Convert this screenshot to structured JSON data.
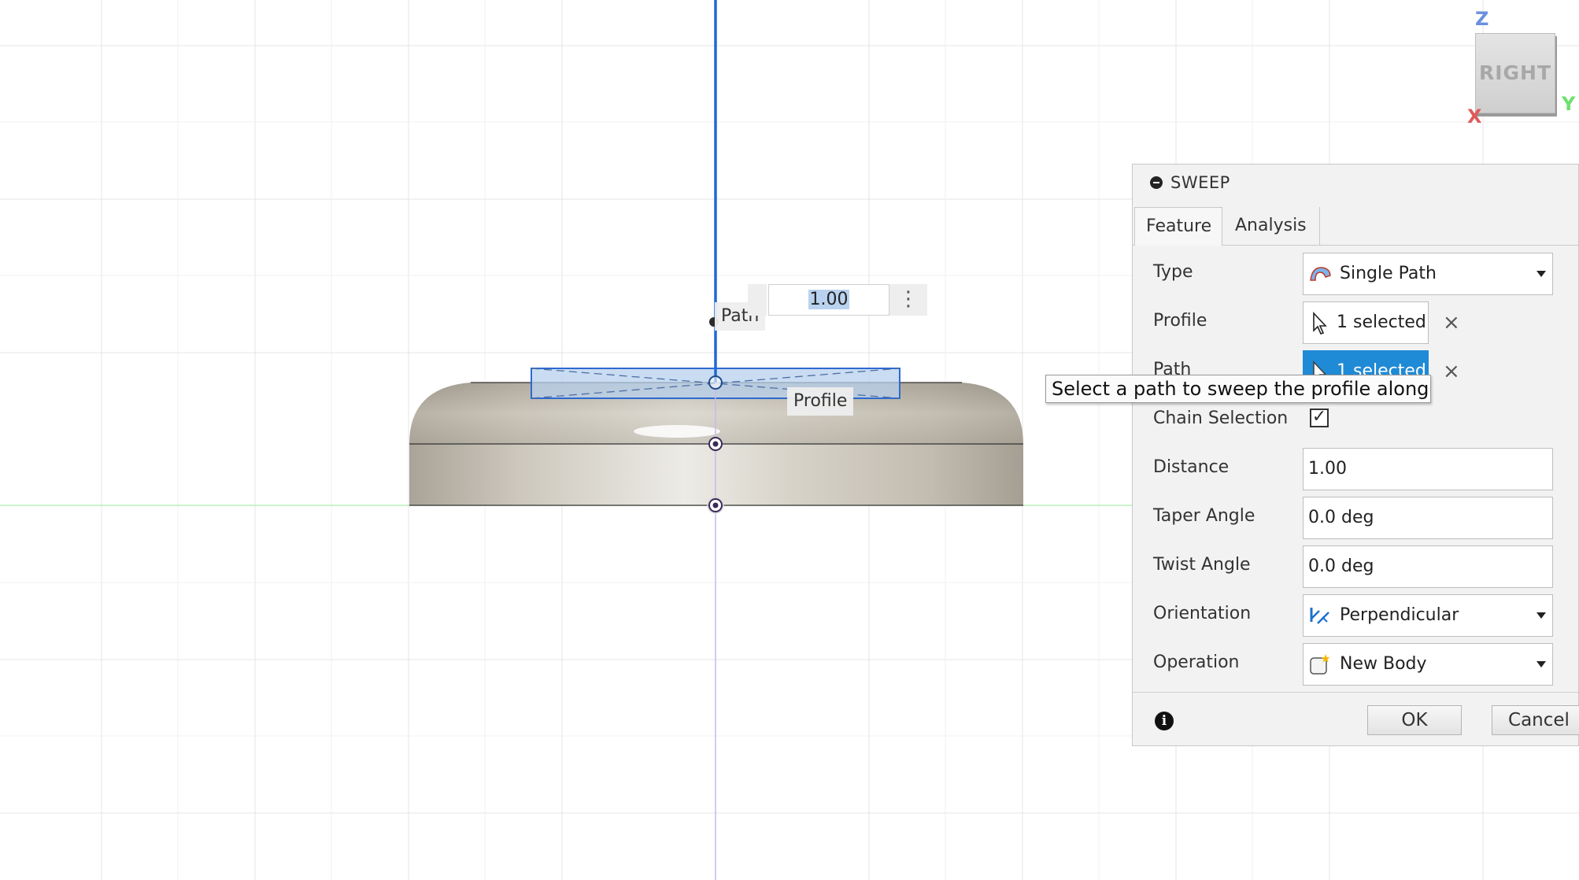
{
  "viewport": {
    "path_label": "Path",
    "profile_label": "Profile",
    "distance_input": "1.00"
  },
  "view_cube": {
    "face": "RIGHT",
    "axis_z": "Z",
    "axis_y": "Y",
    "axis_x": "X"
  },
  "dialog": {
    "title": "SWEEP",
    "tabs": [
      "Feature",
      "Analysis"
    ],
    "rows": {
      "type": {
        "label": "Type",
        "value": "Single Path"
      },
      "profile": {
        "label": "Profile",
        "value": "1 selected"
      },
      "path": {
        "label": "Path",
        "value": "1 selected"
      },
      "chain": {
        "label": "Chain Selection",
        "checked": true,
        "check_glyph": "✓"
      },
      "distance": {
        "label": "Distance",
        "value": "1.00"
      },
      "taper": {
        "label": "Taper Angle",
        "value": "0.0 deg"
      },
      "twist": {
        "label": "Twist Angle",
        "value": "0.0 deg"
      },
      "orientation": {
        "label": "Orientation",
        "value": "Perpendicular"
      },
      "operation": {
        "label": "Operation",
        "value": "New Body"
      }
    },
    "clear_glyph": "×",
    "ok_label": "OK",
    "cancel_label": "Cancel",
    "info_glyph": "i"
  },
  "tooltip": "Select a path to sweep the profile along",
  "colors": {
    "path_line": "#1e6ad4",
    "selection_fill": "#b7d0ec",
    "active_button": "#1f8ad6",
    "axis_x": "#e05a5a",
    "axis_y": "#6ee06e",
    "axis_z": "#6a8fe0"
  }
}
